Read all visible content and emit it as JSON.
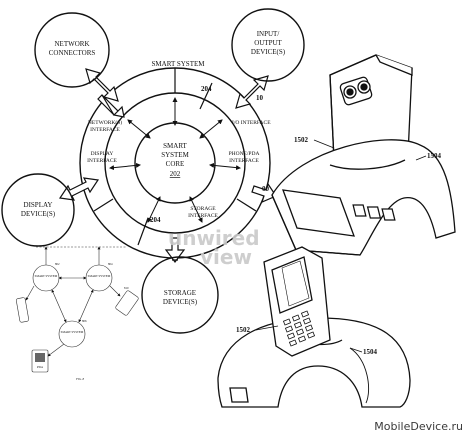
{
  "main_diagram": {
    "title": "SMART SYSTEM",
    "core": {
      "line1": "SMART",
      "line2": "SYSTEM",
      "line3": "CORE",
      "ref": "202"
    },
    "ring_ref_top": "204",
    "ring_ref_bottom": "204",
    "interfaces": {
      "network": [
        "NETWORK(S)",
        "INTERFACE"
      ],
      "io": "I/O INTERFACE",
      "display": [
        "DISPLAY",
        "INTERFACE"
      ],
      "phone": [
        "PHONE/PDA",
        "INTERFACE"
      ],
      "storage": [
        "STORAGE",
        "INTERFACE"
      ]
    },
    "devices": {
      "network_connectors": [
        "NETWORK",
        "CONNECTORS"
      ],
      "io_devices": [
        "INPUT/",
        "OUTPUT",
        "DEVICE(S)"
      ],
      "display_devices": [
        "DISPLAY",
        "DEVICE(S)"
      ],
      "storage_devices": [
        "STORAGE",
        "DEVICE(S)"
      ]
    },
    "partial_ref": "10"
  },
  "dock_top": {
    "ref_1502": "1502",
    "ref_1504": "1504",
    "ref_partial": "00"
  },
  "dock_bottom": {
    "ref_1502": "1502",
    "ref_1504": "1504"
  },
  "mini_diagram": {
    "nodes": [
      "SMART SYSTEM",
      "SMART SYSTEM",
      "SMART SYSTEM"
    ],
    "refs": [
      "802",
      "804",
      "806",
      "810"
    ],
    "pda_label": "PDA",
    "fig": "FIG. 8"
  },
  "watermark": {
    "line1": "unwired",
    "line2": "view"
  },
  "credit": "MobileDevice.ru"
}
